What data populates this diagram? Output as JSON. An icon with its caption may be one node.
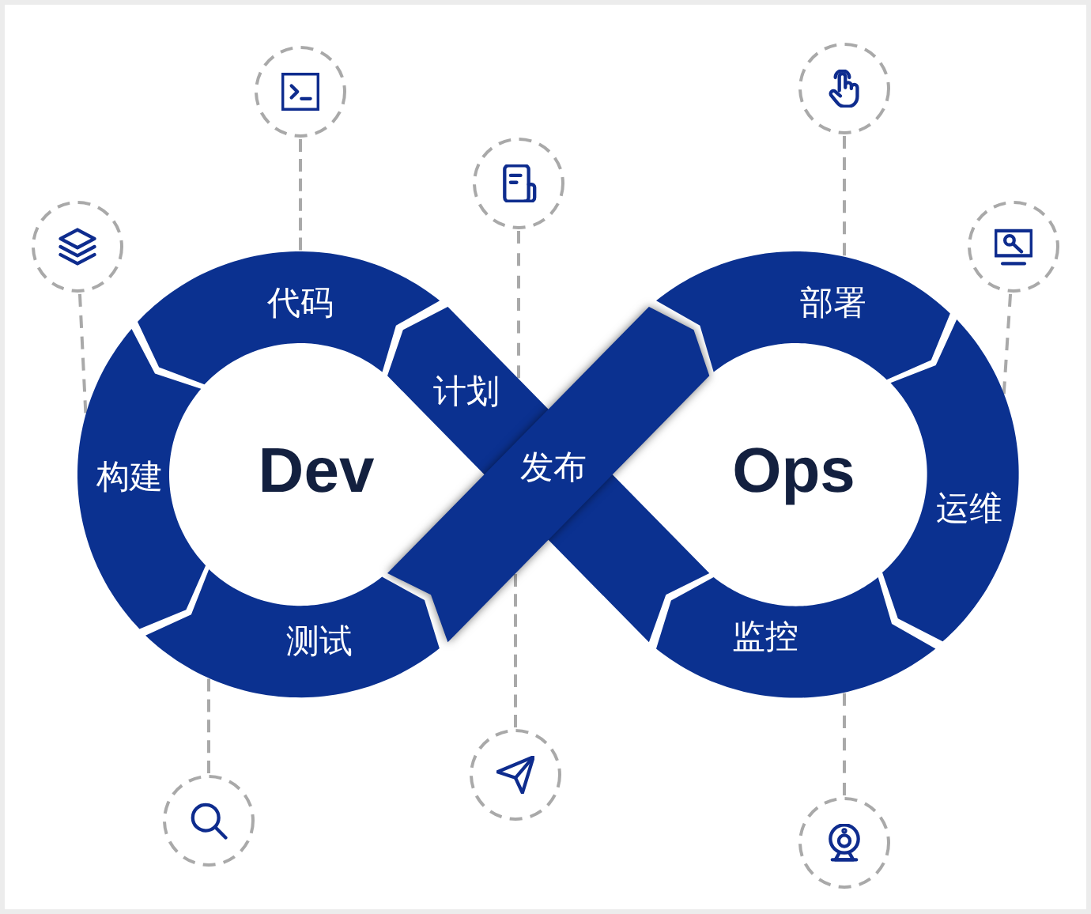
{
  "diagram": {
    "nodes": [
      {
        "text": [
          "计划",
          "发布"
        ]
      },
      {
        "text": [
          "代码"
        ]
      },
      {
        "text": [
          "构建"
        ]
      },
      {
        "text": [
          "测试"
        ]
      },
      {
        "text": [
          "部署"
        ]
      },
      {
        "text": [
          "运维"
        ]
      },
      {
        "text": [
          "监控"
        ]
      },
      {
        "text": [],
        "shape": "circle"
      },
      {
        "text": [],
        "shape": "circle"
      },
      {
        "text": [],
        "shape": "circle"
      },
      {
        "text": [],
        "shape": "circle"
      },
      {
        "text": [],
        "shape": "circle"
      },
      {
        "text": [],
        "shape": "circle"
      },
      {
        "text": [],
        "shape": "circle"
      },
      {
        "text": [],
        "shape": "circle"
      }
    ],
    "edges": [
      {
        "from": 7,
        "to": 0,
        "arrow": "none",
        "style": "dashed"
      },
      {
        "from": 8,
        "to": 1,
        "arrow": "none",
        "style": "dashed"
      },
      {
        "from": 9,
        "to": 2,
        "arrow": "none",
        "style": "dashed"
      },
      {
        "from": 10,
        "to": 3,
        "arrow": "none",
        "style": "dashed"
      },
      {
        "from": 11,
        "to": 0,
        "arrow": "none",
        "style": "dashed"
      },
      {
        "from": 12,
        "to": 4,
        "arrow": "none",
        "style": "dashed"
      },
      {
        "from": 13,
        "to": 5,
        "arrow": "none",
        "style": "dashed"
      },
      {
        "from": 14,
        "to": 6,
        "arrow": "none",
        "style": "dashed"
      }
    ],
    "labels": [
      "Dev",
      "Ops"
    ]
  }
}
